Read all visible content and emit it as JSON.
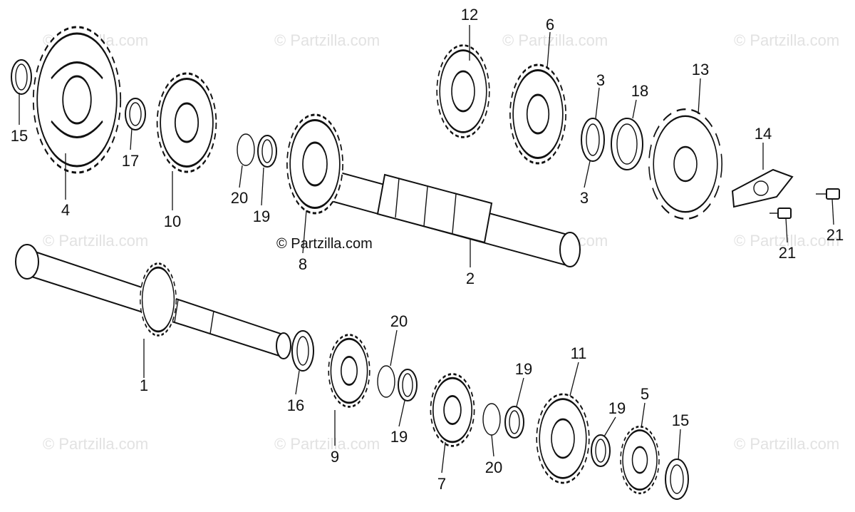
{
  "watermark": "© Partzilla.com",
  "credit": "© Partzilla.com",
  "callouts": [
    "1",
    "2",
    "3",
    "3",
    "4",
    "5",
    "6",
    "7",
    "8",
    "9",
    "10",
    "11",
    "12",
    "13",
    "14",
    "15",
    "15",
    "16",
    "17",
    "18",
    "19",
    "19",
    "19",
    "19",
    "20",
    "20",
    "20",
    "21",
    "21"
  ]
}
